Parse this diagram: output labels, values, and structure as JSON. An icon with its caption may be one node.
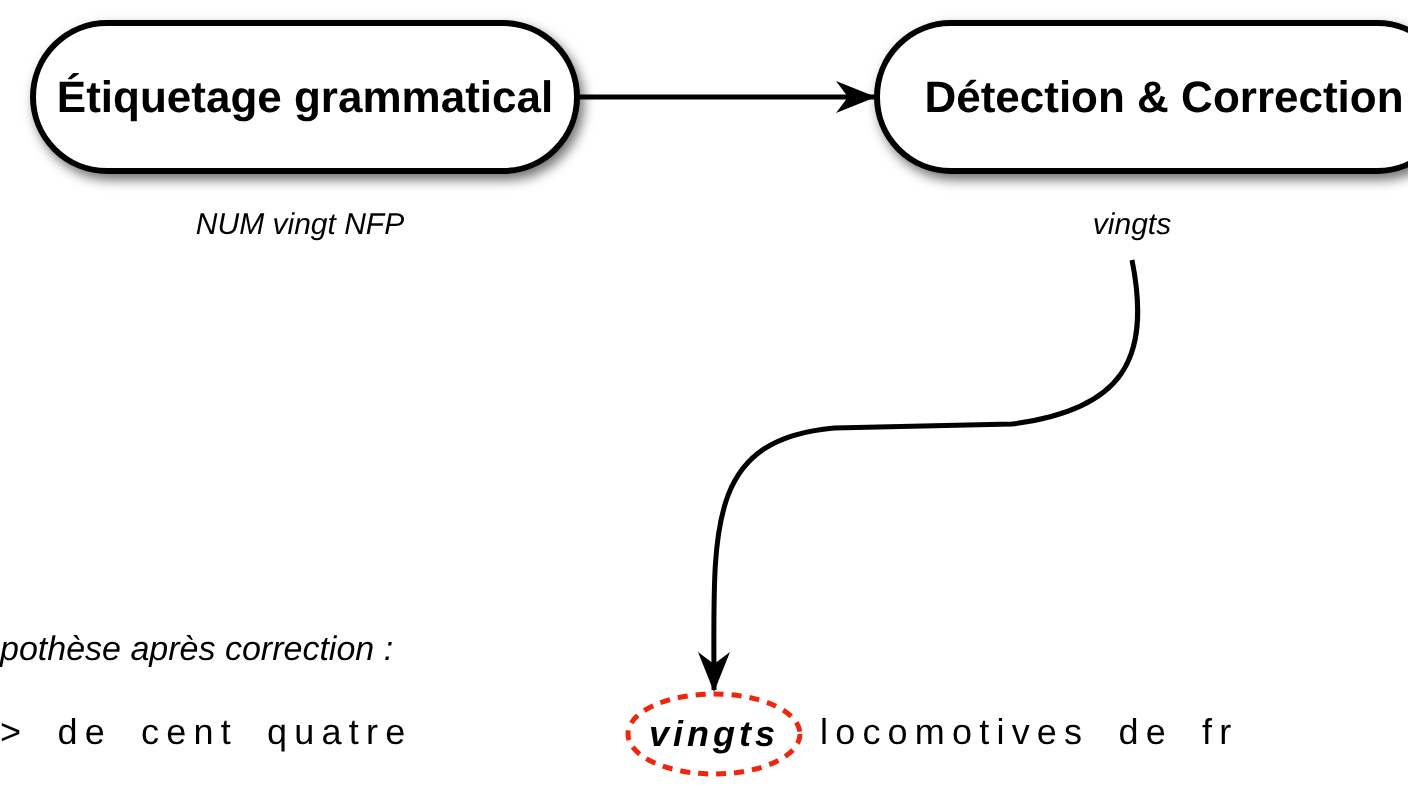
{
  "diagram": {
    "nodes": [
      {
        "text": [
          "Étiquetage grammatical"
        ],
        "beside": [
          "NUM vingt NFP"
        ]
      },
      {
        "text": [
          "Détection & Correction"
        ],
        "beside": [
          "vingts"
        ]
      },
      {
        "text": [
          "vingts"
        ]
      }
    ],
    "edges": [
      {
        "from": 0,
        "to": 1,
        "arrow": "to"
      },
      {
        "from": 1,
        "to": 2,
        "arrow": "to"
      }
    ],
    "labels": [
      "pothèse après correction :",
      "> de cent quatre",
      "locomotives de fr"
    ]
  }
}
